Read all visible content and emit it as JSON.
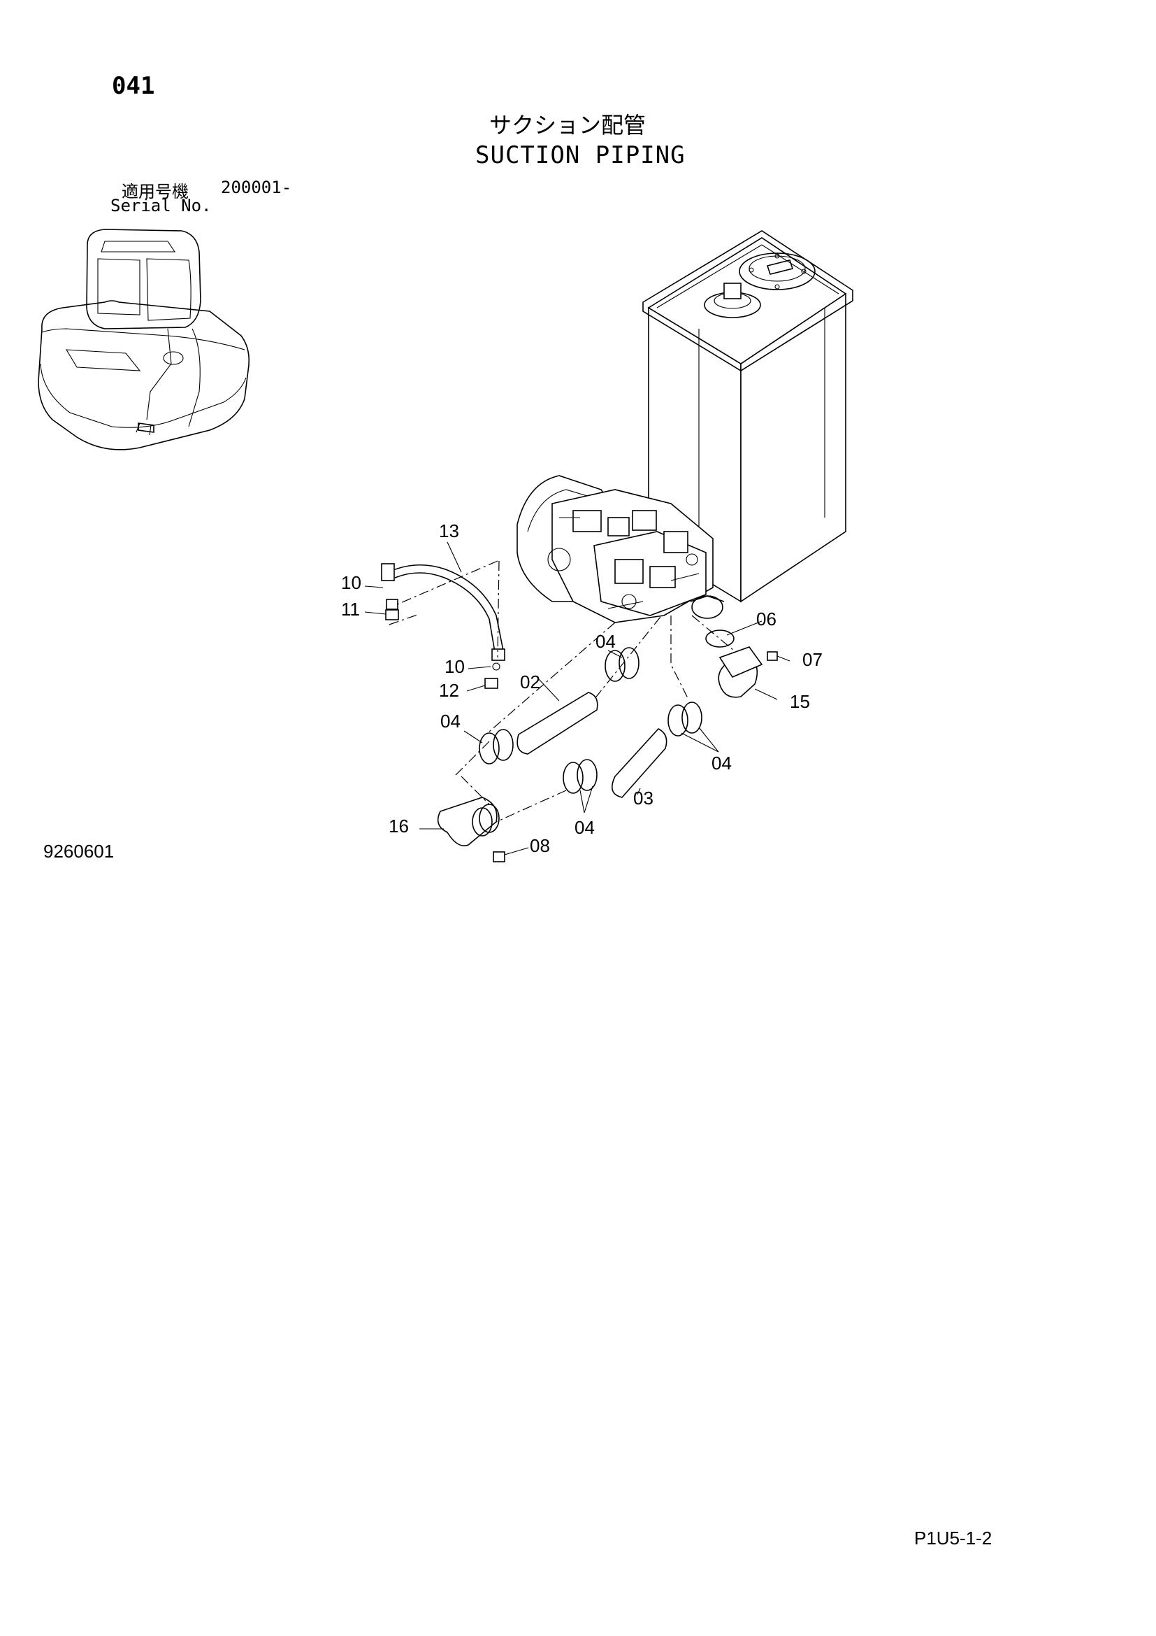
{
  "header": {
    "page_number": "041",
    "title_jp": "サクション配管",
    "title_en": "SUCTION PIPING",
    "serial_label_jp": "適用号機",
    "serial_value": "200001-",
    "serial_label_en": "Serial No."
  },
  "diagram": {
    "callouts": {
      "c13": "13",
      "c10a": "10",
      "c11": "11",
      "c10b": "10",
      "c12": "12",
      "c02": "02",
      "c04a": "04",
      "c06": "06",
      "c07": "07",
      "c15": "15",
      "c04b": "04",
      "c04c": "04",
      "c03": "03",
      "c04d": "04",
      "c16": "16",
      "c08": "08"
    }
  },
  "footer": {
    "drawing_number": "9260601",
    "page_code": "P1U5-1-2"
  }
}
